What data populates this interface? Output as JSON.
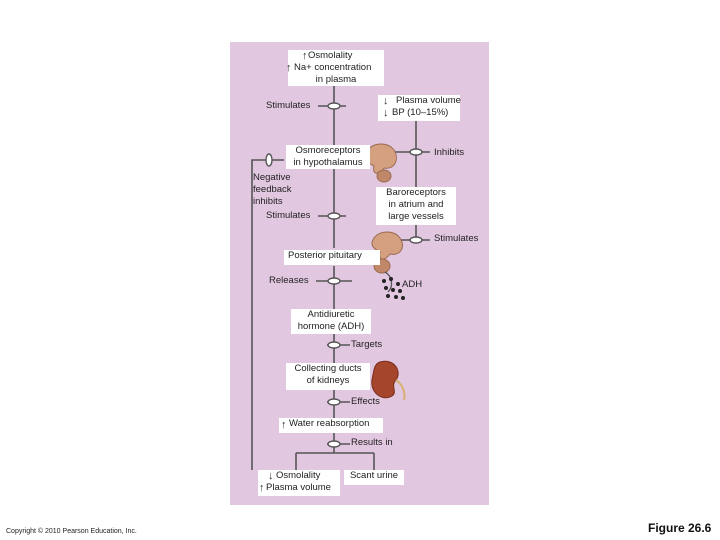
{
  "nodes": {
    "osmolality_top": {
      "line1": "Osmolality",
      "line2": "Na+ concentration",
      "line3": "in plasma"
    },
    "plasma_volume": {
      "line1": "Plasma volume",
      "line2": "BP (10–15%)"
    },
    "osmoreceptors": {
      "line1": "Osmoreceptors",
      "line2": "in hypothalamus"
    },
    "baroreceptors": {
      "line1": "Baroreceptors",
      "line2": "in atrium and",
      "line3": "large vessels"
    },
    "posterior_pituitary": {
      "label": "Posterior pituitary"
    },
    "adh_molecule": {
      "label": "ADH"
    },
    "antidiuretic": {
      "line1": "Antidiuretic",
      "line2": "hormone (ADH)"
    },
    "collecting_ducts": {
      "line1": "Collecting ducts",
      "line2": "of kidneys"
    },
    "water_reabsorption": {
      "label": "Water reabsorption"
    },
    "outcome_osmolality": {
      "line1": "Osmolality",
      "line2": "Plasma volume"
    },
    "scant_urine": {
      "label": "Scant urine"
    }
  },
  "connectors": {
    "stimulates_1": "Stimulates",
    "inhibits": "Inhibits",
    "negative_feedback": {
      "line1": "Negative",
      "line2": "feedback",
      "line3": "inhibits"
    },
    "stimulates_2": "Stimulates",
    "stimulates_3": "Stimulates",
    "releases": "Releases",
    "targets": "Targets",
    "effects": "Effects",
    "results_in": "Results in"
  },
  "arrows": {
    "up": "↑",
    "down": "↓"
  },
  "footer": {
    "copyright": "Copyright © 2010 Pearson Education, Inc.",
    "figure": "Figure 26.6"
  },
  "colors": {
    "panel": "#e2c7e0",
    "line": "#555555",
    "kidney": "#a4452c",
    "gland": "#d4a080"
  }
}
